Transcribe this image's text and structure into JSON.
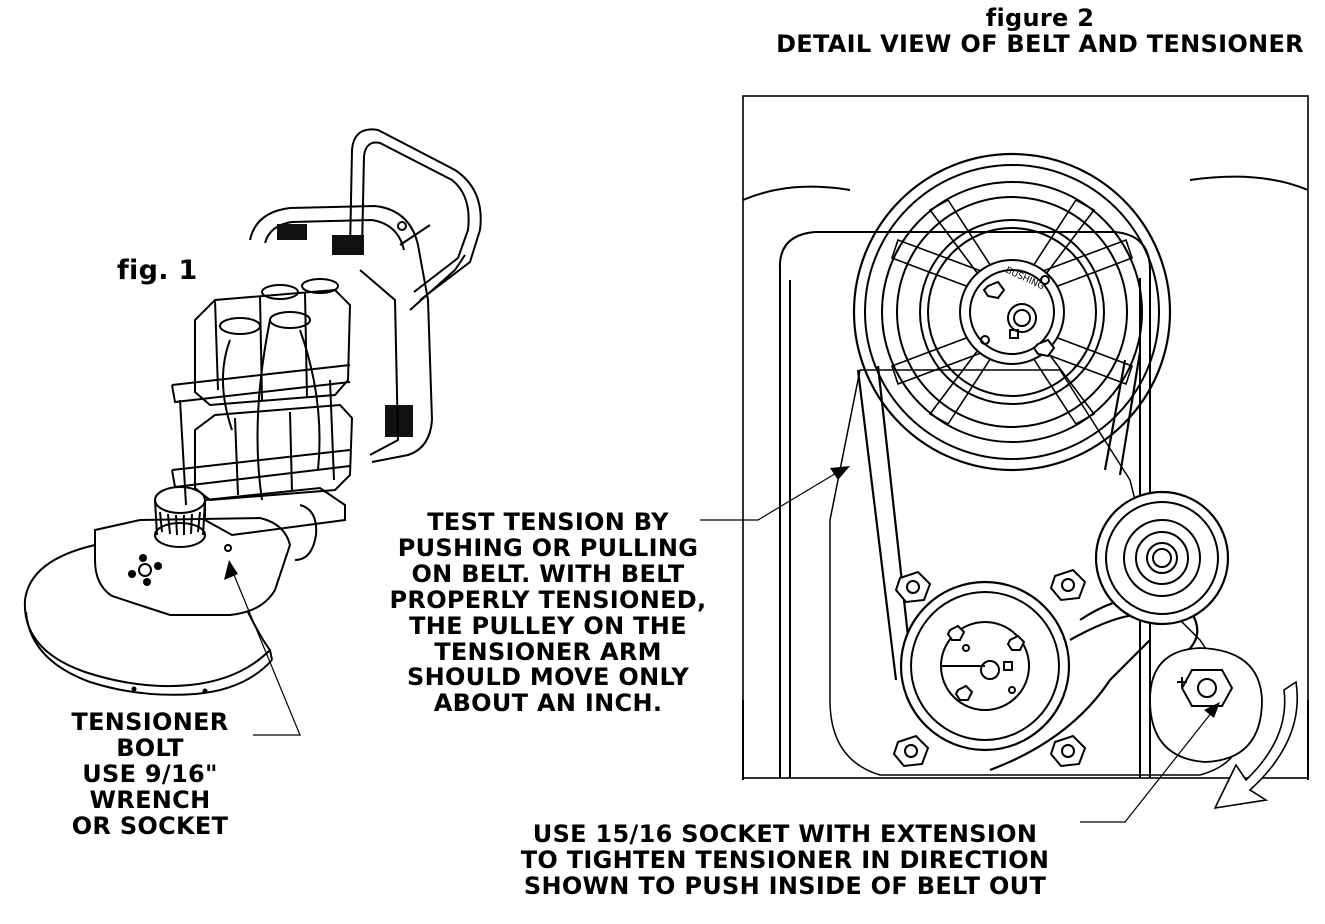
{
  "figure2": {
    "number_label": "figure 2",
    "title": "DETAIL VIEW OF BELT AND TENSIONER"
  },
  "figure1": {
    "label": "fig. 1"
  },
  "callouts": {
    "test_tension": {
      "lines": [
        "TEST TENSION BY",
        "PUSHING OR PULLING",
        "ON BELT. WITH BELT",
        "PROPERLY TENSIONED,",
        "THE PULLEY ON THE",
        "TENSIONER ARM",
        "SHOULD MOVE ONLY",
        "ABOUT AN INCH."
      ]
    },
    "tensioner_bolt": {
      "lines": [
        "TENSIONER BOLT",
        "USE 9/16\"",
        "WRENCH",
        "OR SOCKET"
      ]
    },
    "socket": {
      "lines": [
        "USE 15/16 SOCKET WITH EXTENSION",
        "TO TIGHTEN TENSIONER IN DIRECTION",
        "SHOWN TO PUSH INSIDE OF BELT OUT"
      ]
    }
  },
  "colors": {
    "line": "#000000",
    "background": "#ffffff",
    "dark_fill": "#111111"
  }
}
